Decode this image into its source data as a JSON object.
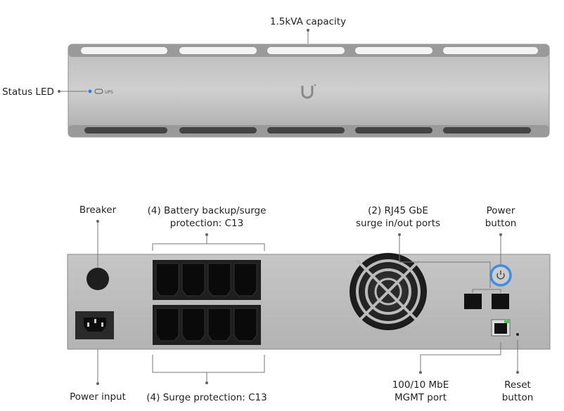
{
  "front_view": {
    "capacity_label": "1.5kVA capacity",
    "status_led_label": "Status LED",
    "led_caption": "UPS"
  },
  "rear_view": {
    "breaker_label": "Breaker",
    "battery_outlets_label": [
      "(4) Battery backup/surge",
      "protection: C13"
    ],
    "surge_outlets_label": "(4) Surge protection: C13",
    "rj45_label": [
      "(2) RJ45 GbE",
      "surge in/out ports"
    ],
    "power_button_label": [
      "Power",
      "button"
    ],
    "power_input_label": "Power input",
    "mgmt_port_label": [
      "100/10 MbE",
      "MGMT port"
    ],
    "reset_button_label": [
      "Reset",
      "button"
    ]
  },
  "colors": {
    "led": "#2f7fe0",
    "power_ring": "#3b8ee8",
    "port_led": "#3ccf4e"
  }
}
